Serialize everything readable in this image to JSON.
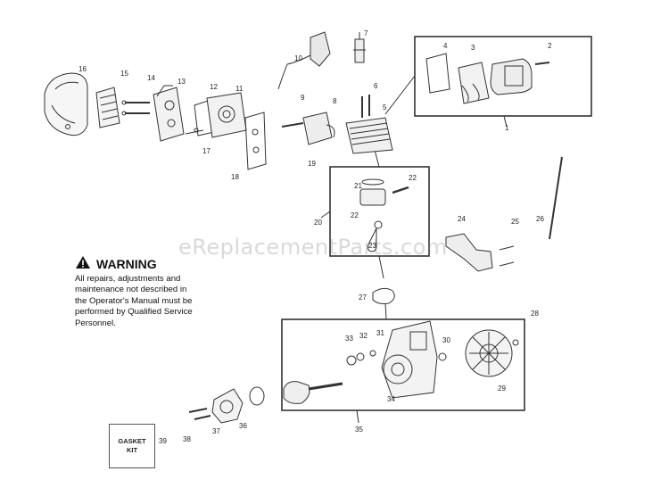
{
  "watermark": "eReplacementParts.com",
  "warning": {
    "title": "WARNING",
    "lines": [
      "All repairs, adjustments and",
      "maintenance not described in",
      "the Operator's Manual must be",
      "performed by Qualified Service",
      "Personnel."
    ]
  },
  "gasket_kit": {
    "line1": "GASKET",
    "line2": "KIT"
  },
  "part_labels": [
    "1",
    "2",
    "3",
    "4",
    "5",
    "6",
    "7",
    "8",
    "9",
    "10",
    "11",
    "12",
    "13",
    "14",
    "15",
    "16",
    "17",
    "18",
    "19",
    "20",
    "21",
    "22",
    "22",
    "23",
    "24",
    "25",
    "26",
    "27",
    "28",
    "29",
    "30",
    "31",
    "32",
    "33",
    "34",
    "35",
    "36",
    "37",
    "38",
    "39"
  ]
}
